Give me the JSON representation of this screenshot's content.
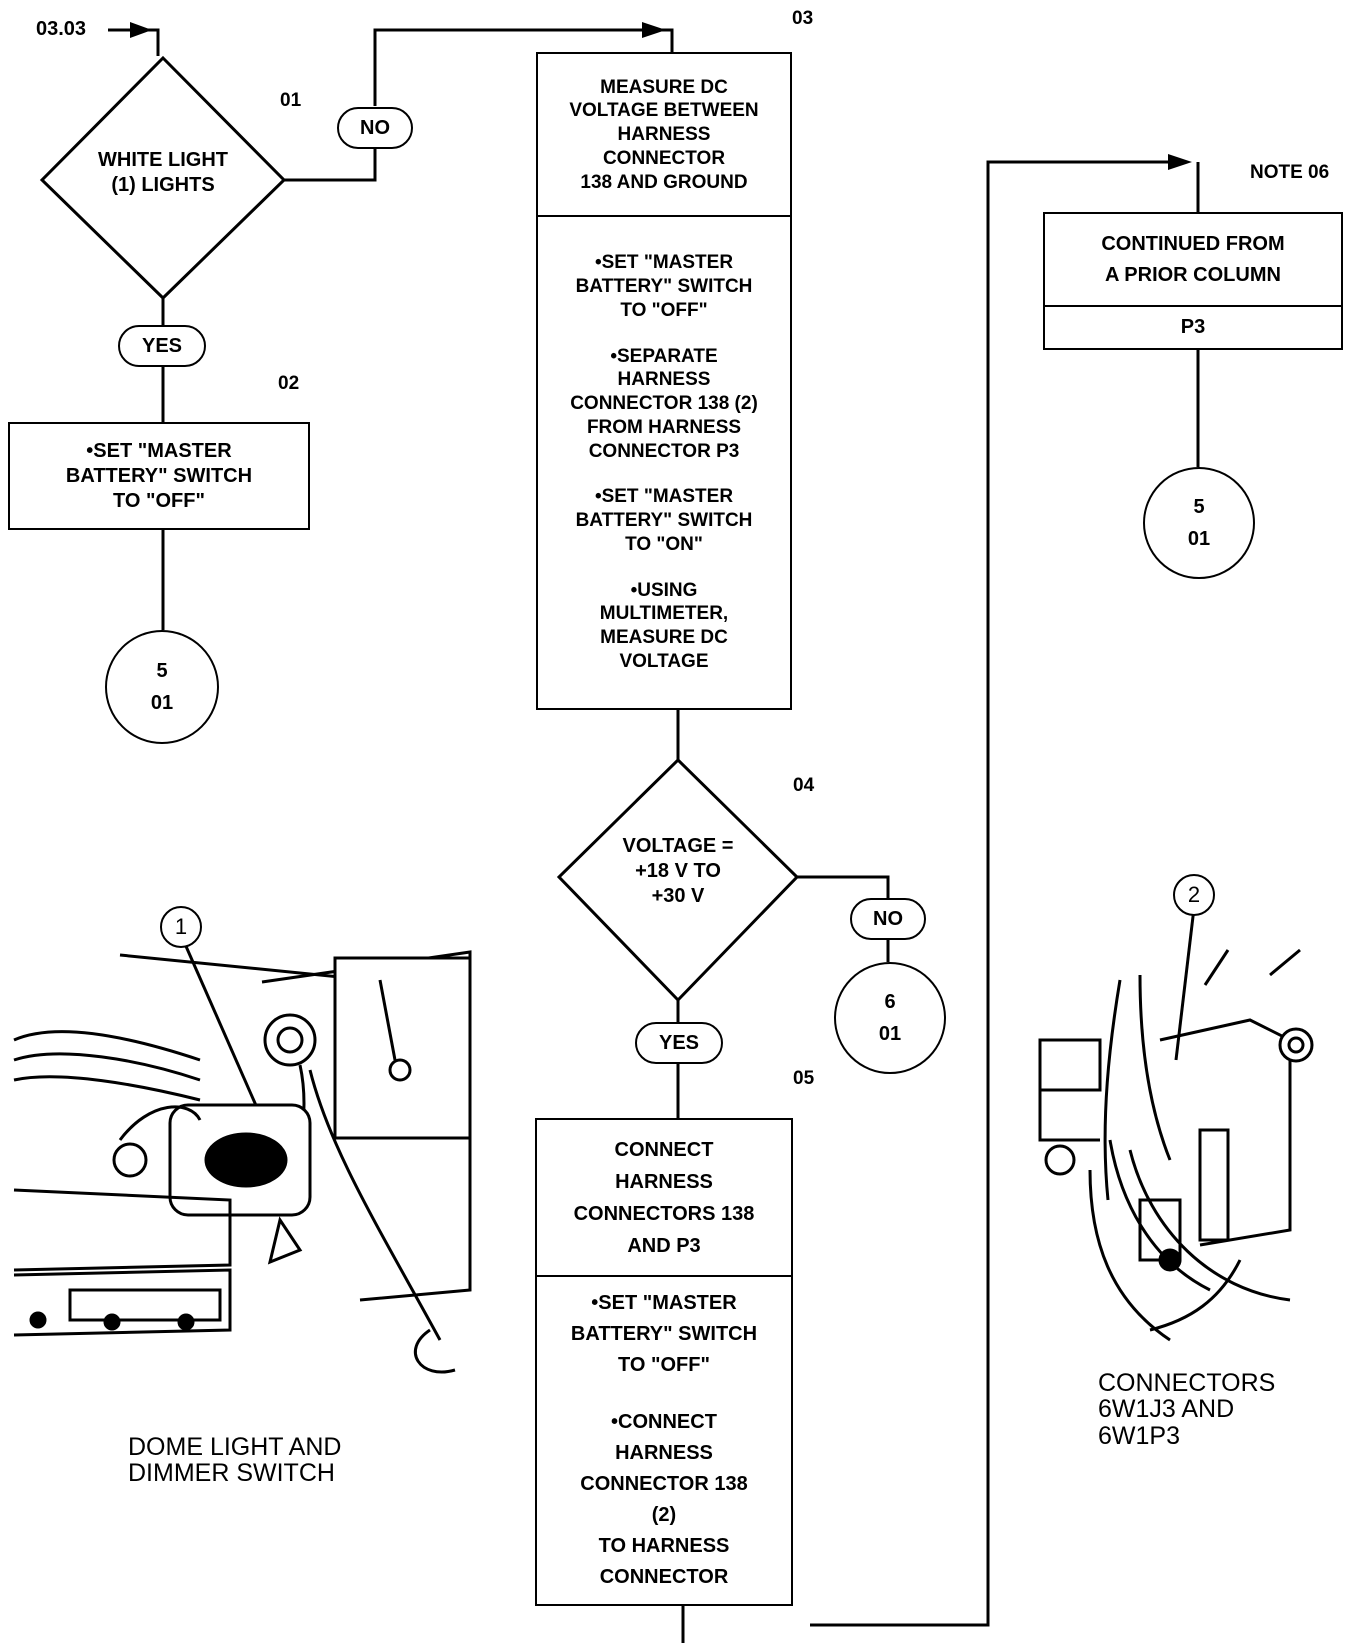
{
  "entry_ref": "03.03",
  "step_numbers": {
    "s01": "01",
    "s02": "02",
    "s03": "03",
    "s04": "04",
    "s05": "05",
    "note": "NOTE 06"
  },
  "decision_01": {
    "lines": [
      "WHITE LIGHT",
      "(1) LIGHTS"
    ],
    "no_label": "NO",
    "yes_label": "YES"
  },
  "box_02": {
    "lines": [
      "•SET \"MASTER",
      "BATTERY\" SWITCH",
      "TO \"OFF\""
    ]
  },
  "connector_left": {
    "page": "5",
    "step": "01"
  },
  "box_03": {
    "header_lines": [
      "MEASURE DC",
      "VOLTAGE BETWEEN",
      "HARNESS",
      "CONNECTOR",
      "138 AND GROUND"
    ],
    "body_lines": [
      "•SET \"MASTER",
      "BATTERY\" SWITCH",
      "TO \"OFF\"",
      "",
      "•SEPARATE",
      "HARNESS",
      "CONNECTOR 138 (2)",
      "FROM HARNESS",
      "CONNECTOR P3",
      "",
      "•SET \"MASTER",
      "BATTERY\" SWITCH",
      "TO \"ON\"",
      "",
      "•USING",
      "MULTIMETER,",
      "MEASURE DC",
      "VOLTAGE"
    ]
  },
  "decision_04": {
    "lines": [
      "VOLTAGE =",
      "+18 V TO",
      "+30 V"
    ],
    "no_label": "NO",
    "yes_label": "YES"
  },
  "connector_mid": {
    "page": "6",
    "step": "01"
  },
  "box_05": {
    "header_lines": [
      "CONNECT",
      "HARNESS",
      "CONNECTORS 138",
      "AND P3"
    ],
    "body_lines": [
      "•SET \"MASTER",
      "BATTERY\" SWITCH",
      "TO \"OFF\"",
      "",
      "•CONNECT",
      "HARNESS",
      "CONNECTOR 138",
      "(2)",
      "TO HARNESS",
      "CONNECTOR"
    ]
  },
  "box_06": {
    "header_lines": [
      "CONTINUED FROM",
      "A PRIOR COLUMN"
    ],
    "sub_label": "P3"
  },
  "connector_right": {
    "page": "5",
    "step": "01"
  },
  "illustration_left": {
    "callout": "1",
    "caption_lines": [
      "DOME LIGHT AND",
      "DIMMER SWITCH"
    ]
  },
  "illustration_right": {
    "callout": "2",
    "caption_lines": [
      "CONNECTORS",
      "6W1J3 AND",
      "6W1P3"
    ]
  }
}
